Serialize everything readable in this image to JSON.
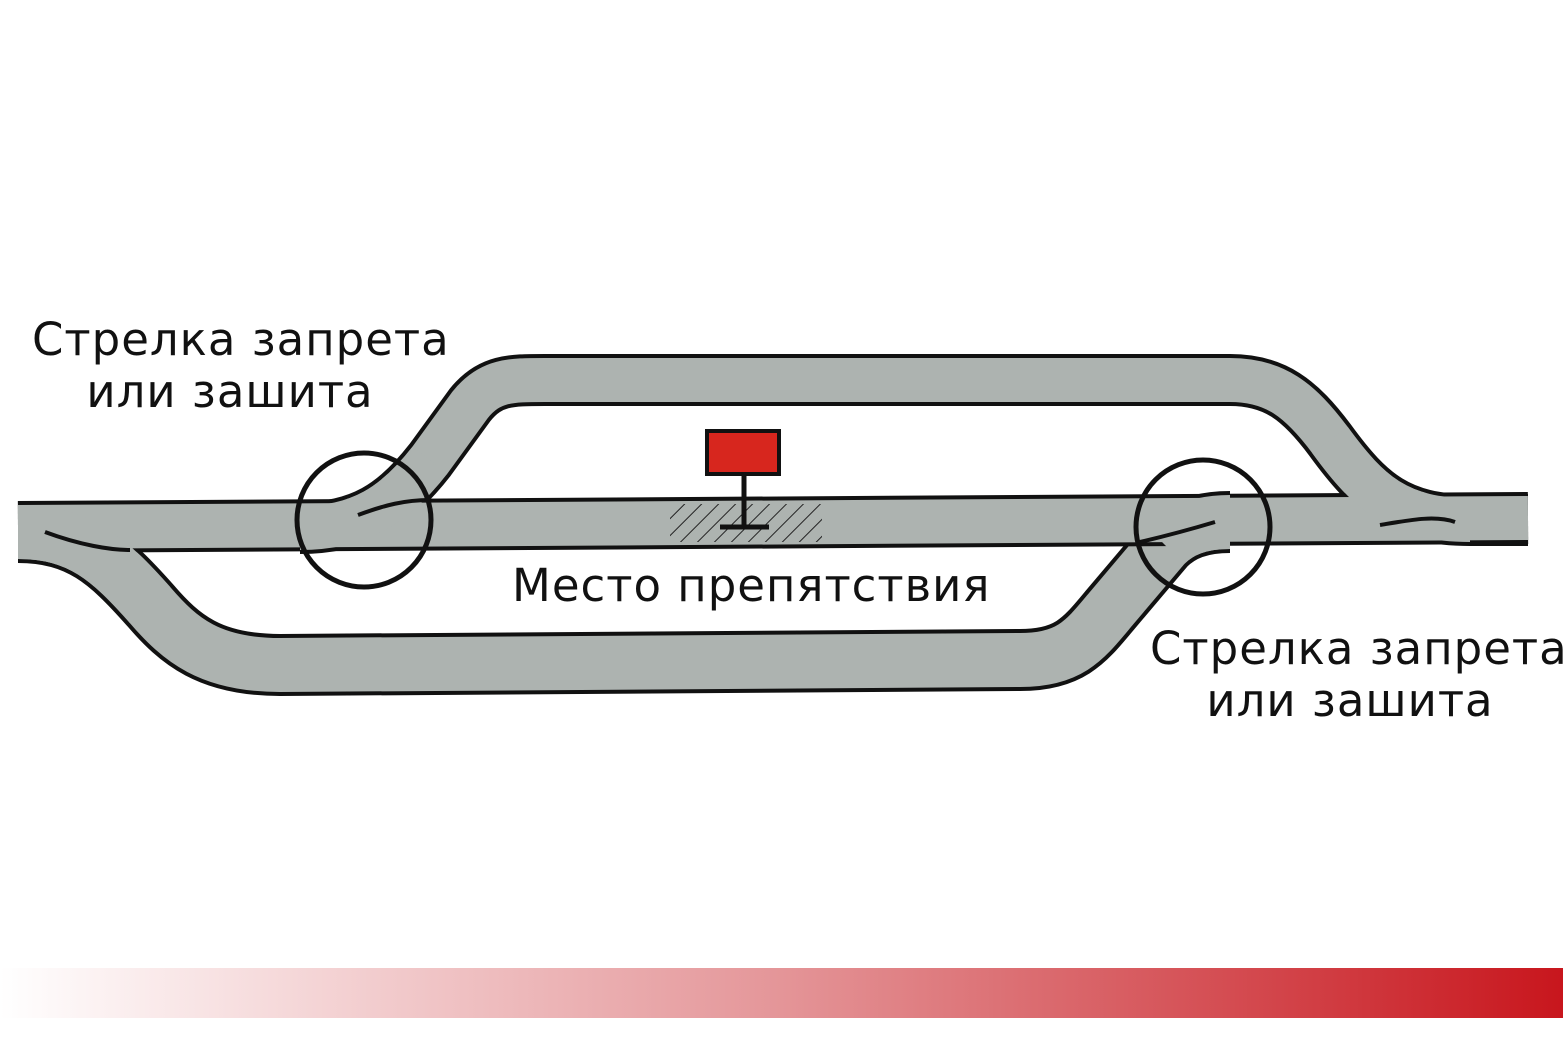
{
  "title": "Схема: стрелка запрета или зашита",
  "labels": {
    "left_switch": {
      "line1": "Стрелка запрета",
      "line2": "или зашита"
    },
    "right_switch": {
      "line1": "Стрелка запрета",
      "line2": "или зашита"
    },
    "obstacle": "Место препятствия"
  },
  "colors": {
    "track_fill": "#adb3b0",
    "track_edge": "#111111",
    "signal_red": "#d7261e",
    "bar_start": "#ffffff",
    "bar_end": "#c8161d"
  },
  "icons": {
    "signal": "stop-signal-icon",
    "hatch": "obstacle-hatch"
  }
}
